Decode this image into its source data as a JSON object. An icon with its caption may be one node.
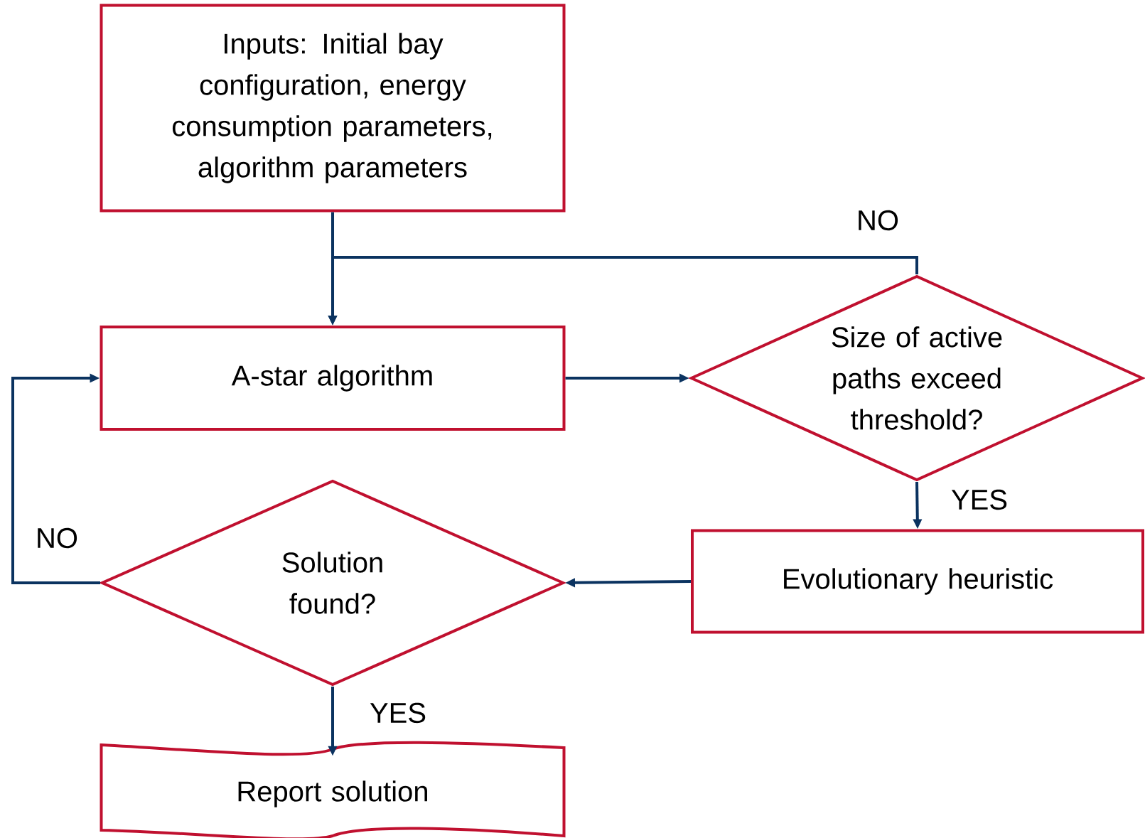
{
  "diagram": {
    "nodes": [
      {
        "text": [
          "Inputs: Initial bay configuration, energy consumption parameters, algorithm parameters"
        ]
      },
      {
        "text": [
          "A-star algorithm"
        ]
      },
      {
        "text": [
          "Size of active paths exceed threshold?"
        ]
      },
      {
        "text": [
          "Solution found?"
        ]
      },
      {
        "text": [
          "Evolutionary heuristic"
        ]
      },
      {
        "text": [
          "Report solution"
        ]
      }
    ],
    "edges": [
      {
        "from": 0,
        "to": 1,
        "arrow": "to"
      },
      {
        "from": 1,
        "to": 2,
        "arrow": "to"
      },
      {
        "from": 2,
        "to": 1,
        "arrow": "to",
        "label": "NO"
      },
      {
        "from": 2,
        "to": 4,
        "arrow": "to",
        "label": "YES"
      },
      {
        "from": 4,
        "to": 3,
        "arrow": "to"
      },
      {
        "from": 3,
        "to": 1,
        "arrow": "to",
        "label": "NO"
      },
      {
        "from": 3,
        "to": 5,
        "arrow": "to",
        "label": "YES"
      }
    ]
  }
}
